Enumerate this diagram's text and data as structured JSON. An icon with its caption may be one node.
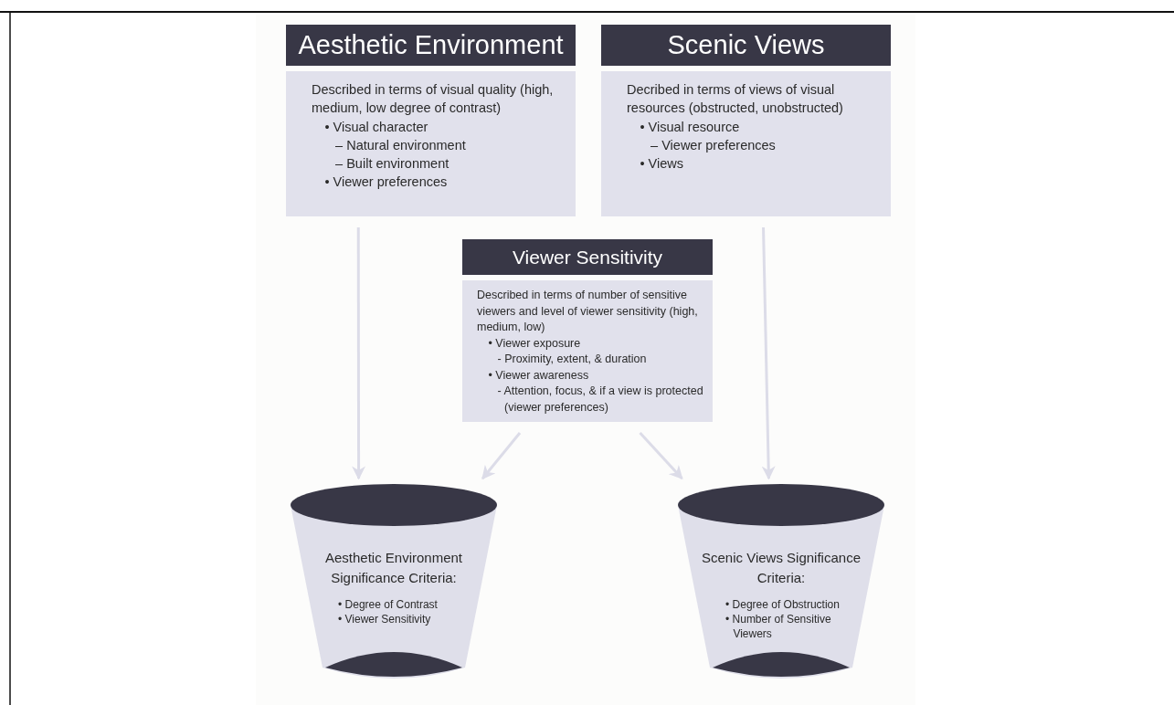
{
  "diagram": {
    "nodes": [
      {
        "text": [
          "Aesthetic Environment",
          "Described in terms of visual quality (high, medium, low degree of contrast)",
          "• Visual character",
          "– Natural environment",
          "– Built environment",
          "• Viewer preferences"
        ]
      },
      {
        "text": [
          "Scenic Views",
          "Decribed in terms of views of visual resources (obstructed, unobstructed)",
          "• Visual resource",
          "– Viewer preferences",
          "• Views"
        ]
      },
      {
        "text": [
          "Viewer Sensitivity",
          "Described in terms of number of sensitive viewers and level of viewer sensitivity (high, medium, low)",
          "• Viewer exposure",
          "- Proximity, extent, & duration",
          "• Viewer awareness",
          "- Attention, focus, & if a view is protected (viewer preferences)"
        ]
      },
      {
        "text": [
          "Aesthetic Environment Significance Criteria:",
          "• Degree of Contrast",
          "• Viewer Sensitivity"
        ]
      },
      {
        "text": [
          "Scenic Views Significance Criteria:",
          "• Degree of Obstruction",
          "• Number of Sensitive Viewers"
        ]
      }
    ],
    "edges": [
      {
        "from": 0,
        "to": 3,
        "arrow": "to"
      },
      {
        "from": 2,
        "to": 3,
        "arrow": "to"
      },
      {
        "from": 2,
        "to": 4,
        "arrow": "to"
      },
      {
        "from": 1,
        "to": 4,
        "arrow": "to"
      }
    ]
  }
}
